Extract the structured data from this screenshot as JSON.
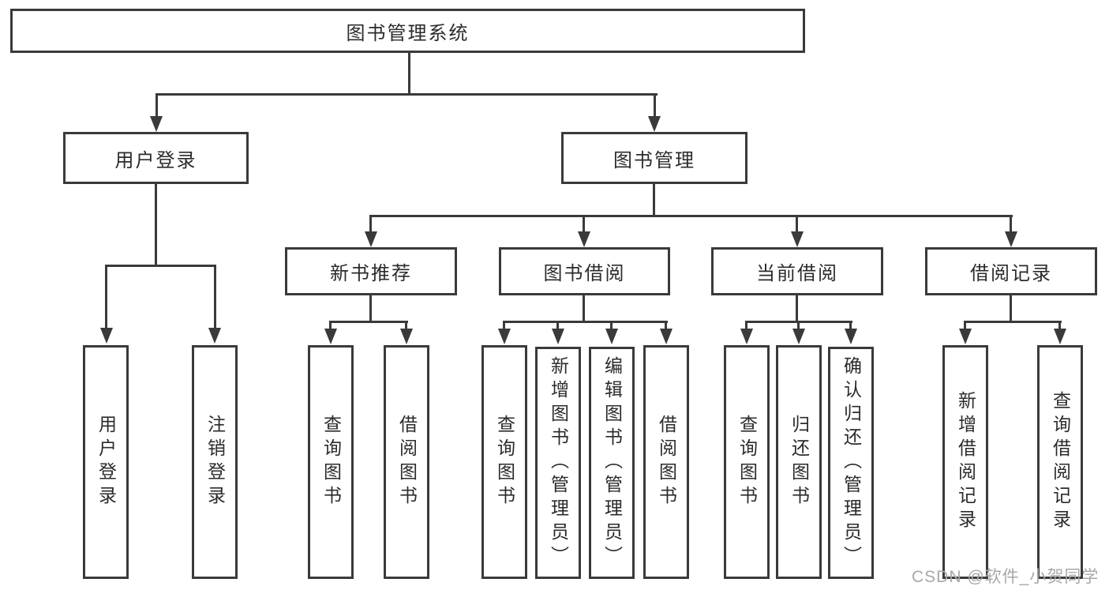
{
  "diagram": {
    "root": {
      "label": "图书管理系统"
    },
    "level2": [
      {
        "label": "用户登录"
      },
      {
        "label": "图书管理"
      }
    ],
    "level3": [
      {
        "label": "新书推荐"
      },
      {
        "label": "图书借阅"
      },
      {
        "label": "当前借阅"
      },
      {
        "label": "借阅记录"
      }
    ],
    "leaves_user_login": [
      {
        "label": "用户登录"
      },
      {
        "label": "注销登录"
      }
    ],
    "leaves_new_book": [
      {
        "label": "查询图书"
      },
      {
        "label": "借阅图书"
      }
    ],
    "leaves_book_borrow": [
      {
        "label": "查询图书"
      },
      {
        "label": "新增图书（管理员）"
      },
      {
        "label": "编辑图书（管理员）"
      },
      {
        "label": "借阅图书"
      }
    ],
    "leaves_current_borrow": [
      {
        "label": "查询图书"
      },
      {
        "label": "归还图书"
      },
      {
        "label": "确认归还（管理员）"
      }
    ],
    "leaves_borrow_record": [
      {
        "label": "新增借阅记录"
      },
      {
        "label": "查询借阅记录"
      }
    ]
  },
  "watermark": {
    "text": "CSDN @软件_小贺同学"
  },
  "colors": {
    "line": "#3a3a3a",
    "text": "#2b2b2b",
    "watermark": "#a8a8a8",
    "background": "#ffffff"
  }
}
